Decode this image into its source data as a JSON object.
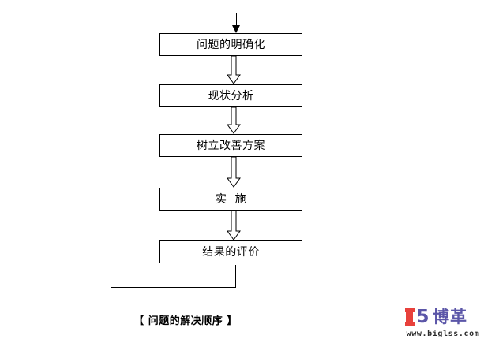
{
  "diagram": {
    "caption": "【 问题的解决顺序 】",
    "nodes": [
      {
        "id": "clarify",
        "label": "问题的明确化"
      },
      {
        "id": "analyze",
        "label": "现状分析"
      },
      {
        "id": "plan",
        "label": "树立改善方案"
      },
      {
        "id": "implement",
        "label": "实  施"
      },
      {
        "id": "evaluate",
        "label": "结果的评价"
      }
    ],
    "connectors": [
      {
        "from": "clarify",
        "to": "analyze",
        "style": "hollow-block-arrow",
        "direction": "down"
      },
      {
        "from": "analyze",
        "to": "plan",
        "style": "hollow-block-arrow",
        "direction": "down"
      },
      {
        "from": "plan",
        "to": "implement",
        "style": "hollow-block-arrow",
        "direction": "down"
      },
      {
        "from": "implement",
        "to": "evaluate",
        "style": "hollow-block-arrow",
        "direction": "down"
      },
      {
        "from": "evaluate",
        "to": "clarify",
        "style": "feedback-loop",
        "direction": "up-left-around"
      }
    ],
    "colors": {
      "stroke": "#000000",
      "fill": "#ffffff",
      "text": "#000000"
    }
  },
  "watermark": {
    "mark_left_letter": "I",
    "mark_right_letter": "5",
    "brand_cn": "博革",
    "url": "www.biglss.com",
    "colors": {
      "red": "#e8413c",
      "purple": "#5b56a8",
      "url_text": "#2b2b2b"
    }
  }
}
